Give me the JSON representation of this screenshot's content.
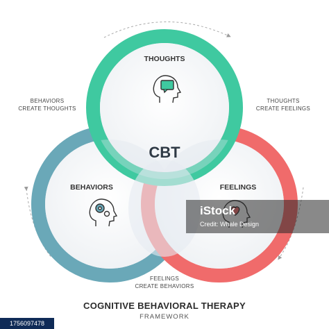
{
  "diagram": {
    "center_label": "CBT",
    "circles": [
      {
        "key": "thoughts",
        "label": "THOUGHTS",
        "icon": "head-chat-icon"
      },
      {
        "key": "behaviors",
        "label": "BEHAVIORS",
        "icon": "head-gears-icon"
      },
      {
        "key": "feelings",
        "label": "FEELINGS",
        "icon": "head-heart-icon"
      }
    ],
    "relations": {
      "top_left": [
        "BEHAVIORS",
        "CREATE THOUGHTS"
      ],
      "top_right": [
        "THOUGHTS",
        "CREATE FEELINGS"
      ],
      "bottom": [
        "FEELINGS",
        "CREATE BEHAVIORS"
      ]
    },
    "colors": {
      "thoughts": "#3fc9a0",
      "behaviors": "#6aa8b8",
      "feelings": "#f06b6b",
      "arrow": "#9b9b9b",
      "circle_fill": "#f4f6f8"
    }
  },
  "footer": {
    "title": "COGNITIVE BEHAVIORAL THERAPY",
    "subtitle": "FRAMEWORK"
  },
  "watermark": {
    "text": "iStock",
    "credit": "Credit: Whale Design",
    "id": "1756097478"
  }
}
